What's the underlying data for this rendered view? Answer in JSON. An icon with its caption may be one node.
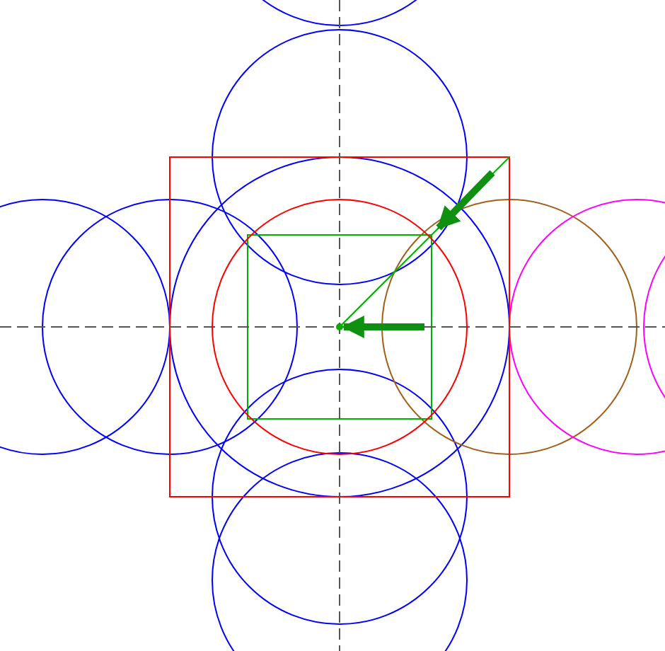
{
  "diagram": {
    "nodes": [
      {
        "text": [],
        "shape": "circle"
      },
      {
        "text": [],
        "shape": "circle",
        "in": 0
      }
    ],
    "edges": [
      {
        "from": null,
        "to": 0,
        "arrow": "to"
      },
      {
        "from": null,
        "to": 1,
        "arrow": "to"
      }
    ]
  }
}
